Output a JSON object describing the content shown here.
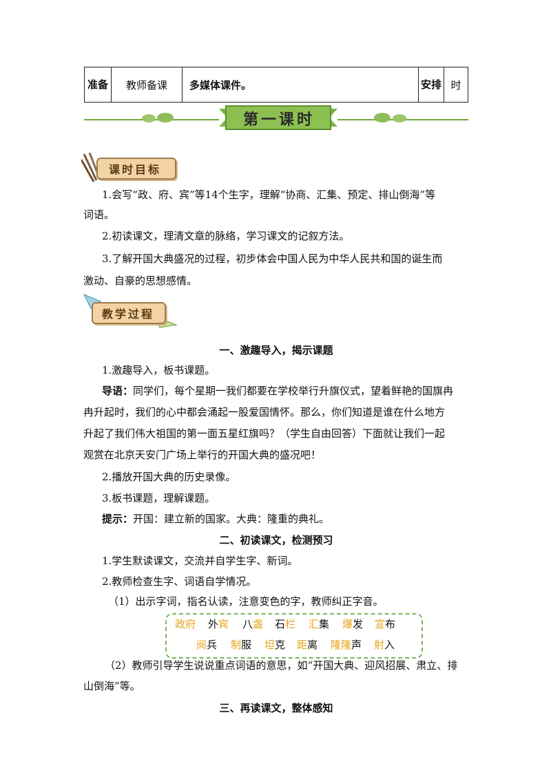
{
  "prep_table": {
    "cell1": "准备",
    "cell2": "教师备课",
    "cell3": "多媒体课件。",
    "cell4": "安排",
    "cell5": "时"
  },
  "banner": {
    "title": "第一课时"
  },
  "tags": {
    "goals": "课时目标",
    "process": "教学过程"
  },
  "goals": [
    "1.会写“政、府、宾”等14个生字，理解“协商、汇集、预定、排山倒海”等",
    "词语。",
    "2.初读课文，理清文章的脉络，学习课文的记叙方法。",
    "3.了解开国大典盛况的过程，初步体会中国人民为中华人民共和国的诞生而",
    "激动、自豪的思想感情。"
  ],
  "section1": {
    "heading": "一、激趣导入，揭示课题",
    "item1": "1.激趣导入，板书课题。",
    "intro_label": "导语：",
    "intro_lines": [
      "同学们，每个星期一我们都要在学校举行升旗仪式，望着鲜艳的国旗冉",
      "冉升起时，我们的心中都会涌起一股爱国情怀。那么，你们知道是谁在什么地方",
      "升起了我们伟大祖国的第一面五星红旗吗？（学生自由回答）下面就让我们一起",
      "观赏在北京天安门广场上举行的开国大典的盛况吧！"
    ],
    "item2": "2.播放开国大典的历史录像。",
    "item3": "3.板书课题，理解课题。",
    "hint_label": "提示：",
    "hint_text": "开国：建立新的国家。大典：隆重的典礼。"
  },
  "section2": {
    "heading": "二、初读课文，检测预习",
    "item1": "1.学生默读课文，交流并自学生字、新词。",
    "item2": "2.教师检查生字、词语自学情况。",
    "item3": "（1）出示字词，指名认读，注意变色的字，教师纠正字音。",
    "words_row1": [
      {
        "hl": "政府",
        "rest": ""
      },
      {
        "pre": "外",
        "hl": "宾",
        "rest": ""
      },
      {
        "pre": "八",
        "hl": "盏",
        "rest": ""
      },
      {
        "pre": "石",
        "hl": "栏",
        "rest": ""
      },
      {
        "hl": "汇",
        "rest": "集"
      },
      {
        "hl": "爆",
        "rest": "发"
      },
      {
        "hl": "宣",
        "rest": "布"
      }
    ],
    "words_row2": [
      {
        "hl": "阅",
        "rest": "兵"
      },
      {
        "hl": "制",
        "rest": "服"
      },
      {
        "hl": "坦",
        "rest": "克"
      },
      {
        "hl": "距",
        "rest": "离"
      },
      {
        "hl": "隆隆",
        "rest": "声"
      },
      {
        "hl": "射",
        "rest": "入"
      }
    ],
    "item4_lines": [
      "（2）教师引导学生说说重点词语的意思，如“开国大典、迎风招展、肃立、排",
      "山倒海”等。"
    ]
  },
  "section3": {
    "heading": "三、再读课文，整体感知"
  },
  "colors": {
    "highlight": "#e8a317",
    "accent": "#6fa83c",
    "tag": "#f3d2a4"
  }
}
